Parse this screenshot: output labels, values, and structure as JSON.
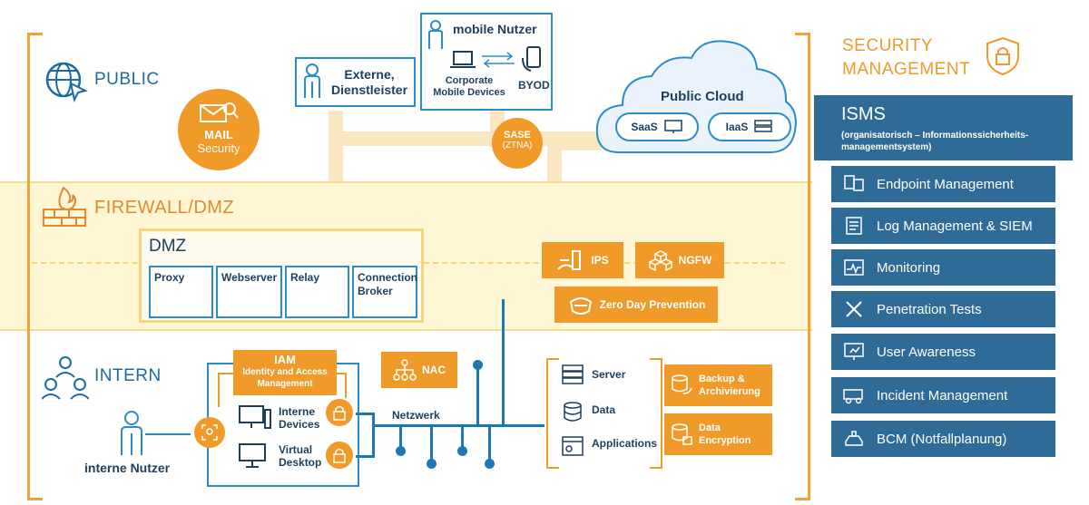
{
  "zones": {
    "public": "PUBLIC",
    "firewall": "FIREWALL/DMZ",
    "intern": "INTERN"
  },
  "public": {
    "mail_title": "MAIL",
    "mail_sub": "Security",
    "externe": "Externe,\nDienstleister",
    "mobile_title": "mobile Nutzer",
    "corporate": "Corporate\nMobile Devices",
    "byod": "BYOD",
    "sase_title": "SASE",
    "sase_sub": "(ZTNA)",
    "cloud_title": "Public Cloud",
    "saas": "SaaS",
    "iaas": "IaaS"
  },
  "dmz": {
    "title": "DMZ",
    "cells": [
      "Proxy",
      "Webserver",
      "Relay",
      "Connection\nBroker"
    ],
    "ips": "IPS",
    "ngfw": "NGFW",
    "zero_day": "Zero Day Prevention"
  },
  "intern": {
    "iam_title": "IAM",
    "iam_sub": "Identity and Access\nManagement",
    "nac": "NAC",
    "interne_devices": "Interne\nDevices",
    "virtual_desktop": "Virtual\nDesktop",
    "interne_nutzer": "interne Nutzer",
    "netzwerk": "Netzwerk",
    "server": "Server",
    "data": "Data",
    "applications": "Applications",
    "backup": "Backup &\nArchivierung",
    "encryption": "Data\nEncryption"
  },
  "security_management": {
    "title_line1": "SECURITY",
    "title_line2": "MANAGEMENT",
    "isms_title": "ISMS",
    "isms_sub": "(organisatorisch – Informationssicherheits-\nmanagementsystem)",
    "items": [
      {
        "label": "Endpoint Management",
        "icon": "endpoint-icon"
      },
      {
        "label": "Log Management & SIEM",
        "icon": "log-icon"
      },
      {
        "label": "Monitoring",
        "icon": "monitoring-icon"
      },
      {
        "label": "Penetration Tests",
        "icon": "pentest-icon"
      },
      {
        "label": "User Awareness",
        "icon": "awareness-icon"
      },
      {
        "label": "Incident Management",
        "icon": "incident-icon"
      },
      {
        "label": "BCM (Notfallplanung)",
        "icon": "bcm-icon"
      }
    ]
  },
  "colors": {
    "orange": "#f09a2a",
    "blue": "#2e6b96",
    "line_blue": "#1e77b5",
    "dmz_yellow": "#fff6d6"
  }
}
